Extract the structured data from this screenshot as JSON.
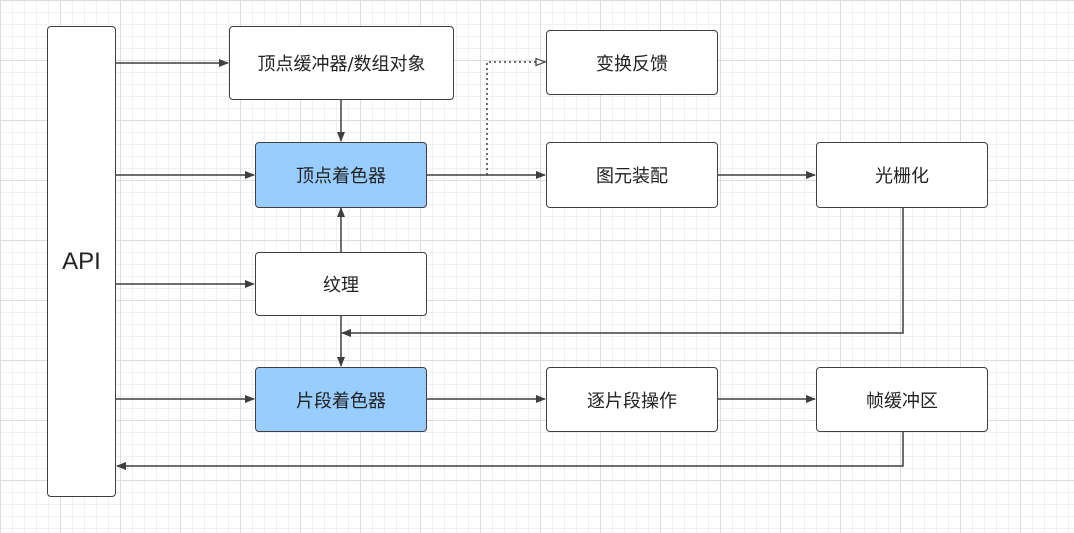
{
  "nodes": {
    "api": "API",
    "vertex_buffer": "顶点缓冲器/数组对象",
    "transform_feedback": "变换反馈",
    "vertex_shader": "顶点着色器",
    "primitive_assembly": "图元装配",
    "rasterization": "光栅化",
    "texture": "纹理",
    "fragment_shader": "片段着色器",
    "per_fragment_ops": "逐片段操作",
    "framebuffer": "帧缓冲区"
  },
  "colors": {
    "shader_fill": "#99ccff",
    "border": "#3f3f3f",
    "arrow": "#3f3f3f",
    "grid": "#dcdcdc"
  }
}
